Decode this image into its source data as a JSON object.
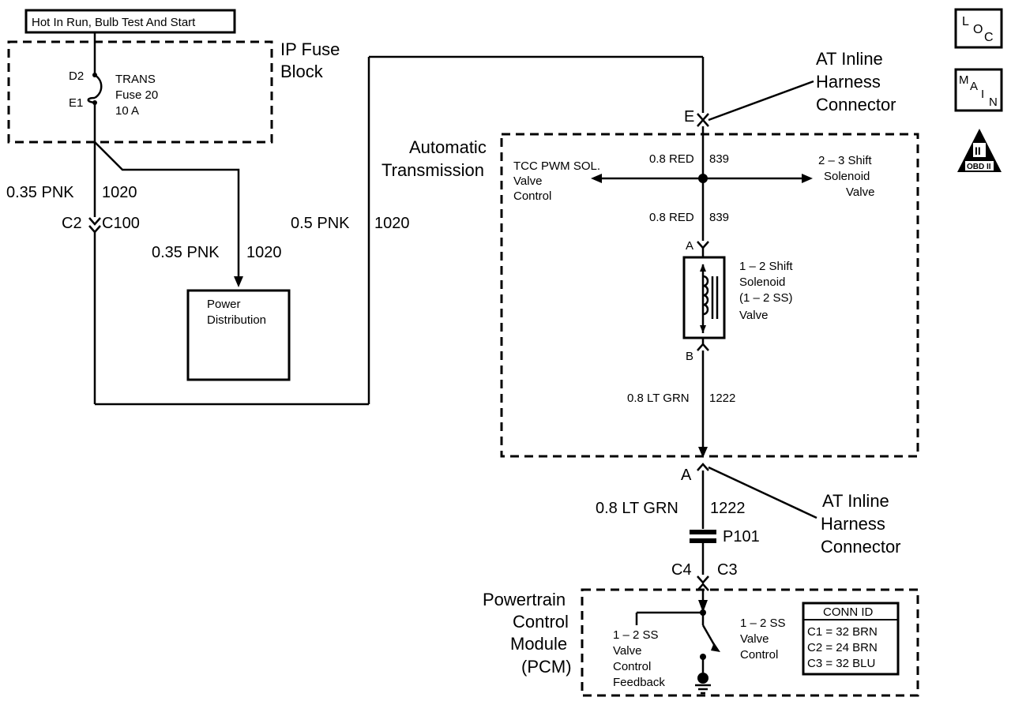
{
  "header": {
    "title": "Hot In Run, Bulb Test And Start"
  },
  "icons": {
    "loc_letters": [
      "L",
      "O",
      "C"
    ],
    "main_letters": [
      "M",
      "A",
      "I",
      "N"
    ],
    "obd_label": "OBD II",
    "obd_numeral": "II"
  },
  "fuse_block": {
    "label_line1": "IP Fuse",
    "label_line2": "Block",
    "pin_top": "D2",
    "pin_bottom": "E1",
    "fuse_line1": "TRANS",
    "fuse_line2": "Fuse 20",
    "fuse_line3": "10 A"
  },
  "wires": {
    "left_wire": "0.35 PNK",
    "left_circuit": "1020",
    "branch_wire": "0.35 PNK",
    "branch_circuit": "1020",
    "loop_wire": "0.5 PNK",
    "loop_circuit": "1020",
    "red_top_wire": "0.8 RED",
    "red_top_circuit": "839",
    "red_mid_wire": "0.8 RED",
    "red_mid_circuit": "839",
    "grn_inner_wire": "0.8 LT GRN",
    "grn_inner_circuit": "1222",
    "grn_outer_wire": "0.8 LT GRN",
    "grn_outer_circuit": "1222"
  },
  "connectors": {
    "c2": "C2",
    "c100": "C100",
    "e": "E",
    "a_top": "A",
    "b": "B",
    "a_bottom": "A",
    "p101": "P101",
    "c4": "C4",
    "c3": "C3"
  },
  "power_distribution": {
    "line1": "Power",
    "line2": "Distribution"
  },
  "at_harness_top": {
    "line1": "AT Inline",
    "line2": "Harness",
    "line3": "Connector"
  },
  "at_harness_bottom": {
    "line1": "AT Inline",
    "line2": "Harness",
    "line3": "Connector"
  },
  "automatic_transmission": {
    "line1": "Automatic",
    "line2": "Transmission"
  },
  "tcc": {
    "line1": "TCC PWM SOL.",
    "line2": "Valve",
    "line3": "Control"
  },
  "shift23": {
    "line1": "2 – 3 Shift",
    "line2": "Solenoid",
    "line3": "Valve"
  },
  "shift12": {
    "line1": "1 – 2 Shift",
    "line2": "Solenoid",
    "line3": "(1 – 2 SS)",
    "line4": "Valve"
  },
  "pcm": {
    "line1": "Powertrain",
    "line2": "Control",
    "line3": "Module",
    "line4": "(PCM)",
    "feedback1": "1 – 2 SS",
    "feedback2": "Valve",
    "feedback3": "Control",
    "feedback4": "Feedback",
    "control1": "1 – 2 SS",
    "control2": "Valve",
    "control3": "Control"
  },
  "conn_id": {
    "title": "CONN ID",
    "rows": [
      "C1 = 32 BRN",
      "C2 = 24 BRN",
      "C3 = 32 BLU"
    ]
  }
}
